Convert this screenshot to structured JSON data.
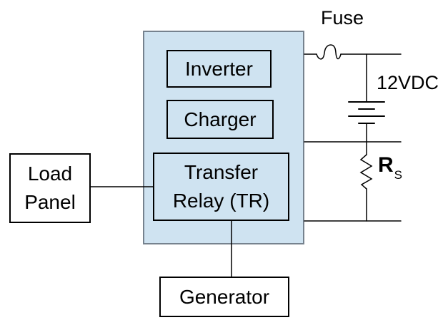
{
  "blocks": {
    "inverter": {
      "label": "Inverter"
    },
    "charger": {
      "label": "Charger"
    },
    "transfer_relay": {
      "line1": "Transfer",
      "line2": "Relay (TR)"
    },
    "load_panel": {
      "line1": "Load",
      "line2": "Panel"
    },
    "generator": {
      "label": "Generator"
    }
  },
  "labels": {
    "fuse": "Fuse",
    "battery_voltage": "12VDC",
    "sense_resistor": {
      "main": "R",
      "subscript": "S"
    }
  },
  "colors": {
    "background": "#ffffff",
    "container_fill": "#cfe3f1",
    "container_border": "#76828e",
    "block_border": "#000000",
    "wire": "#000000",
    "text": "#000000"
  }
}
